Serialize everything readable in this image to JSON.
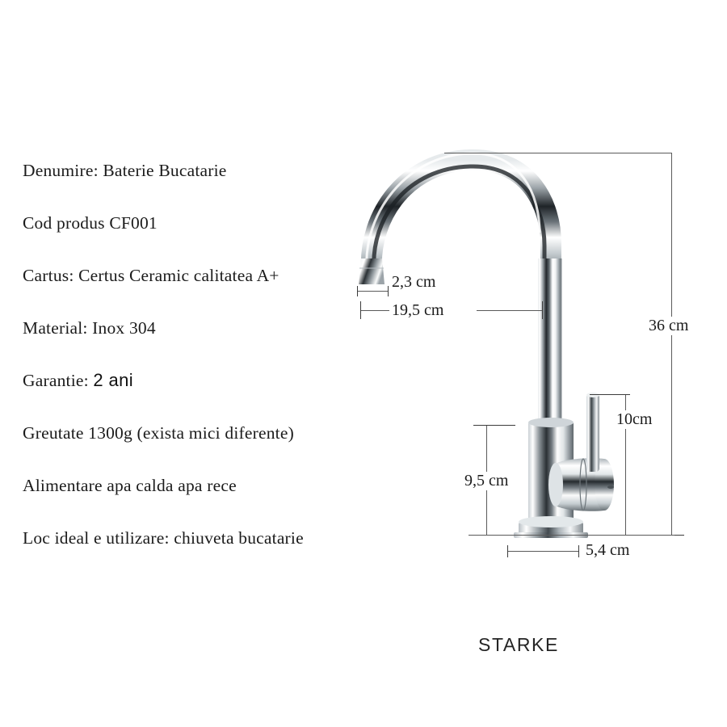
{
  "product_specs": [
    {
      "id": "denumire",
      "text": "Denumire: Baterie Bucatarie"
    },
    {
      "id": "cod-produs",
      "text": "Cod produs CF001"
    },
    {
      "id": "cartus",
      "text": "Cartus: Certus Ceramic calitatea A+"
    },
    {
      "id": "material",
      "text": "Material: Inox 304"
    },
    {
      "id": "garantie",
      "label": "Garantie:",
      "value": "2 ani"
    },
    {
      "id": "greutate",
      "text": "Greutate 1300g (exista mici diferente)"
    },
    {
      "id": "alimentare",
      "text": "Alimentare apa calda apa rece"
    },
    {
      "id": "utilizare",
      "text": "Loc ideal e utilizare: chiuveta bucatarie"
    }
  ],
  "dimensions": {
    "spout_outlet": "2,3 cm",
    "spout_reach": "19,5 cm",
    "total_height": "36 cm",
    "body_height": "9,5 cm",
    "handle_height": "10cm",
    "base_diameter": "5,4 cm"
  },
  "brand": "STARKE",
  "colors": {
    "background": "#ffffff",
    "text": "#1b1b1b",
    "dimension_line": "#5a5a5a",
    "chrome_dark": "#1d2124",
    "chrome_light": "#fdfdfd",
    "chrome_mid": "#8f979c"
  },
  "product_image": {
    "name": "kitchen-faucet-chrome",
    "description": "Chrome gooseneck kitchen mixer tap, side lever handle"
  }
}
